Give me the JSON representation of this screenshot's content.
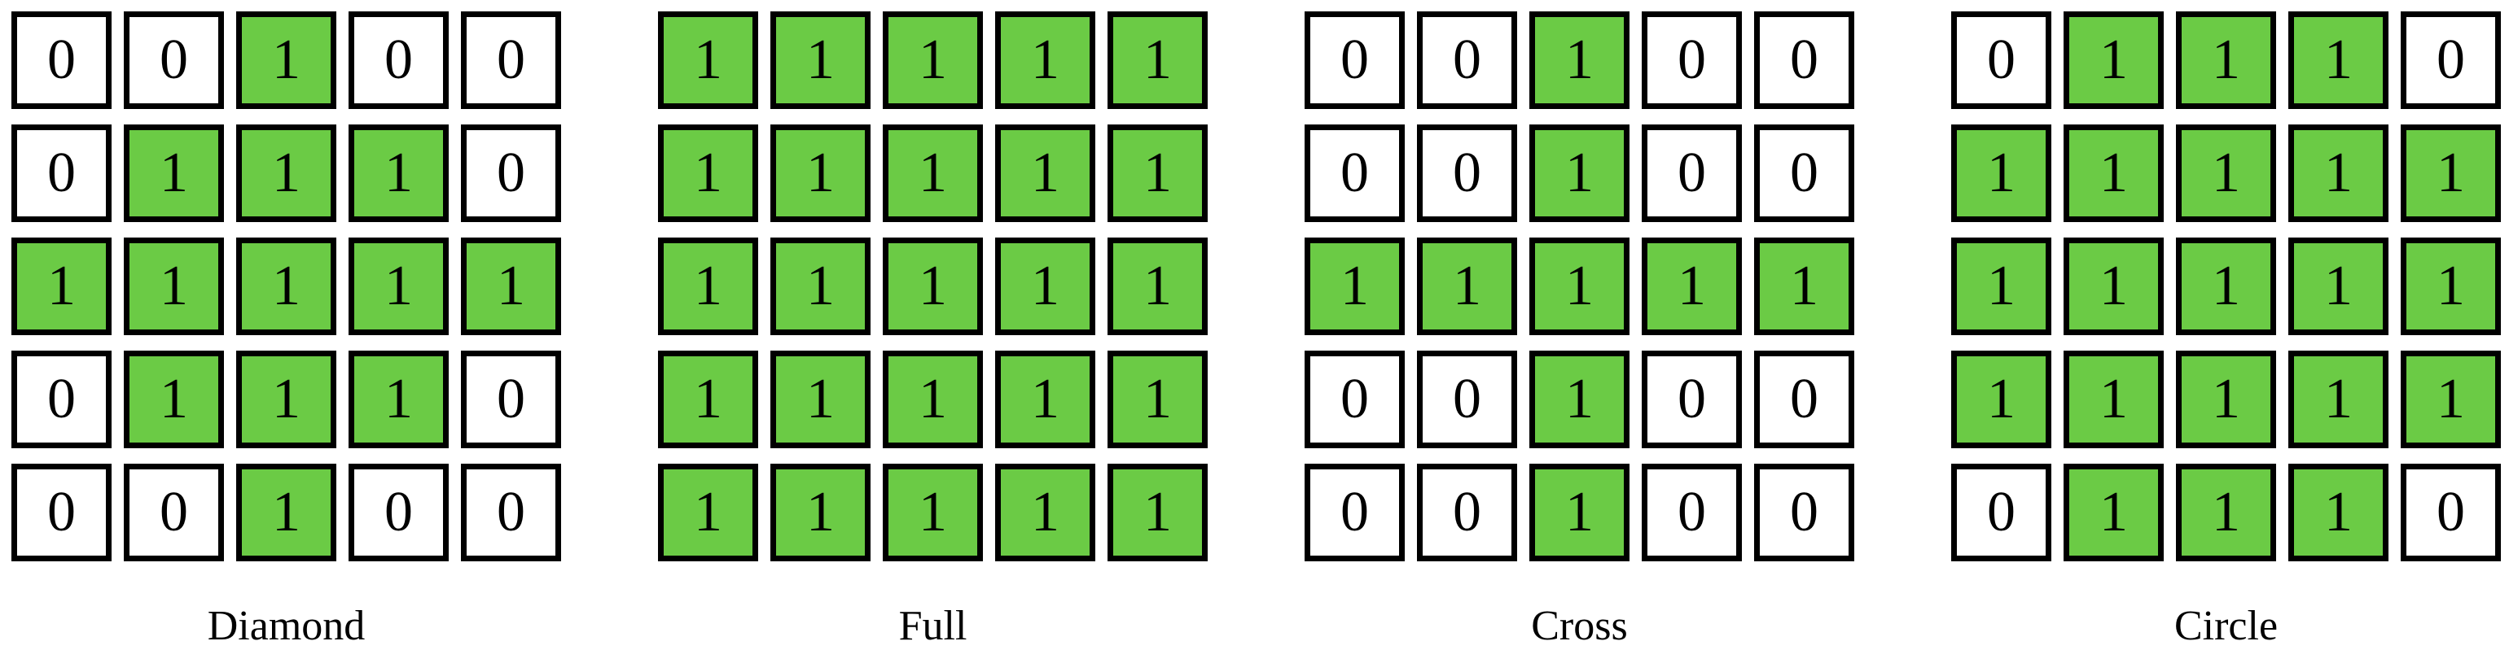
{
  "colors": {
    "filled_green": "#6bcb45",
    "empty_white": "#ffffff",
    "border_black": "#000000",
    "text_black": "#000000"
  },
  "figure": {
    "description": "Four 5x5 binary structuring-element masks; cells with value 1 are filled green, cells with value 0 are white",
    "grids": [
      {
        "label": "Diamond",
        "cells": [
          [
            0,
            0,
            1,
            0,
            0
          ],
          [
            0,
            1,
            1,
            1,
            0
          ],
          [
            1,
            1,
            1,
            1,
            1
          ],
          [
            0,
            1,
            1,
            1,
            0
          ],
          [
            0,
            0,
            1,
            0,
            0
          ]
        ]
      },
      {
        "label": "Full",
        "cells": [
          [
            1,
            1,
            1,
            1,
            1
          ],
          [
            1,
            1,
            1,
            1,
            1
          ],
          [
            1,
            1,
            1,
            1,
            1
          ],
          [
            1,
            1,
            1,
            1,
            1
          ],
          [
            1,
            1,
            1,
            1,
            1
          ]
        ]
      },
      {
        "label": "Cross",
        "cells": [
          [
            0,
            0,
            1,
            0,
            0
          ],
          [
            0,
            0,
            1,
            0,
            0
          ],
          [
            1,
            1,
            1,
            1,
            1
          ],
          [
            0,
            0,
            1,
            0,
            0
          ],
          [
            0,
            0,
            1,
            0,
            0
          ]
        ]
      },
      {
        "label": "Circle",
        "cells": [
          [
            0,
            1,
            1,
            1,
            0
          ],
          [
            1,
            1,
            1,
            1,
            1
          ],
          [
            1,
            1,
            1,
            1,
            1
          ],
          [
            1,
            1,
            1,
            1,
            1
          ],
          [
            0,
            1,
            1,
            1,
            0
          ]
        ]
      }
    ]
  }
}
